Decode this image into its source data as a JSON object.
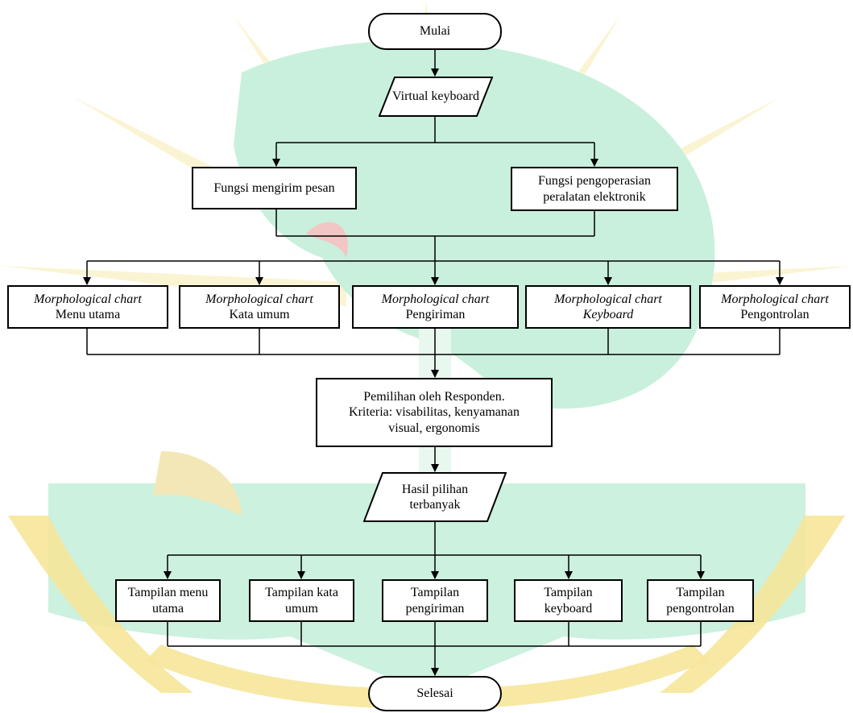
{
  "colors": {
    "watermark_green": "#c9f0dc",
    "watermark_yellow": "#f6e69a",
    "line": "#000000",
    "box_fill": "#ffffff"
  },
  "flowchart": {
    "start": "Mulai",
    "input": "Virtual keyboard",
    "functions": [
      "Fungsi mengirim pesan",
      "Fungsi pengoperasian peralatan elektronik"
    ],
    "morph_charts": [
      {
        "kind": "Morphological chart",
        "name": "Menu utama"
      },
      {
        "kind": "Morphological chart",
        "name": "Kata umum"
      },
      {
        "kind": "Morphological chart",
        "name": "Pengiriman"
      },
      {
        "kind": "Morphological chart",
        "name": "Keyboard"
      },
      {
        "kind": "Morphological chart",
        "name": "Pengontrolan"
      }
    ],
    "selection": {
      "line1": "Pemilihan oleh Responden.",
      "line2": "Kriteria: visabilitas, kenyamanan",
      "line3": "visual, ergonomis"
    },
    "result": "Hasil pilihan terbanyak",
    "displays": [
      "Tampilan menu utama",
      "Tampilan kata umum",
      "Tampilan pengiriman",
      "Tampilan keyboard",
      "Tampilan pengontrolan"
    ],
    "end": "Selesai"
  }
}
